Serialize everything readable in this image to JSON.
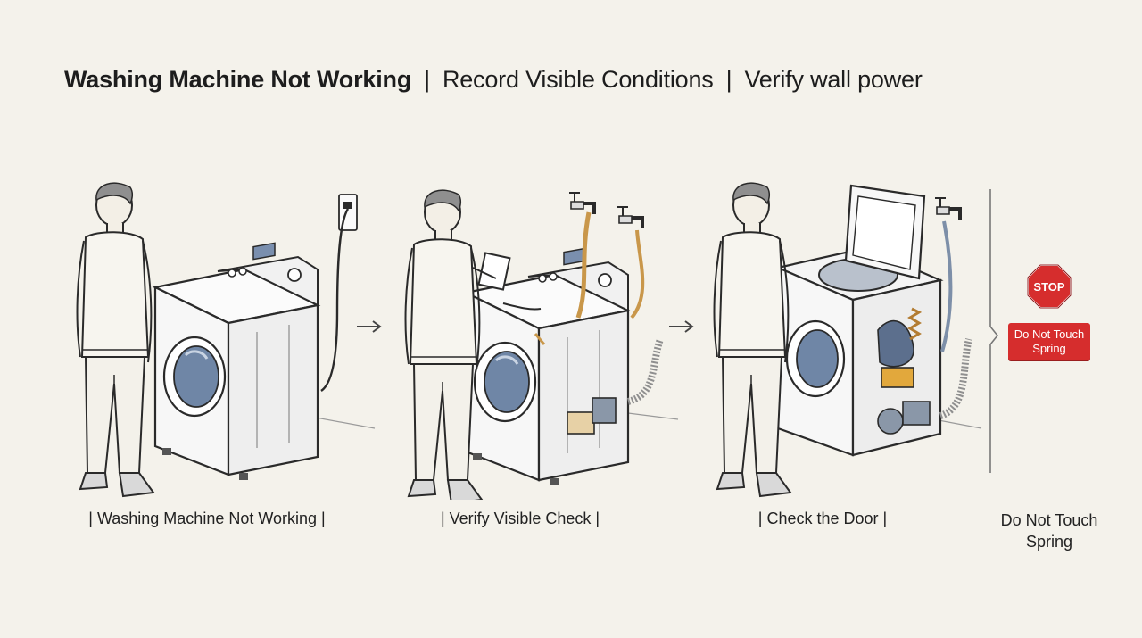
{
  "header": {
    "title": "Washing Machine Not Working",
    "separator": "|",
    "step_1": "Record Visible Conditions",
    "step_2": "Verify wall power"
  },
  "panels": [
    {
      "caption": "| Washing Machine Not Working |"
    },
    {
      "caption": "| Verify Visible Check |"
    },
    {
      "caption": "| Check the Door |"
    },
    {
      "caption": "Do Not Touch Spring"
    }
  ],
  "warning": {
    "stop_text": "STOP",
    "label": "Do Not Touch Spring"
  },
  "colors": {
    "background": "#f4f2eb",
    "line": "#2a2a2a",
    "machine_fill": "#f7f7f7",
    "door_glass": "#6f86a6",
    "hose_copper": "#c9974a",
    "stop_red": "#d62d2d"
  }
}
